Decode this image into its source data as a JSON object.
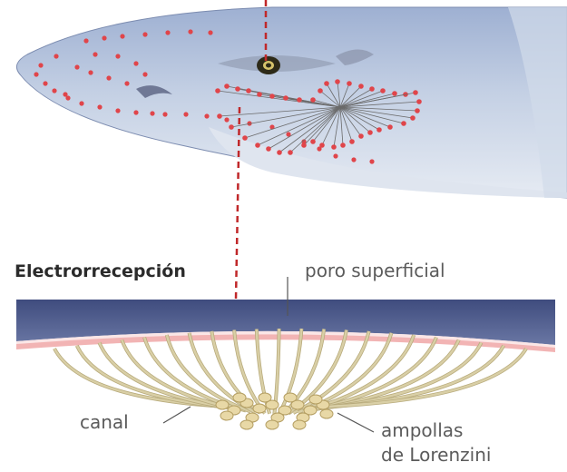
{
  "diagram": {
    "title": "Electrorrecepción",
    "labels": {
      "pore": "poro superficial",
      "canal": "canal",
      "ampullae_line1": "ampollas",
      "ampullae_line2": "de Lorenzini"
    },
    "colors": {
      "shark_body": "#b9c6dc",
      "shark_shadow": "#8f9fc0",
      "pore_dots": "#e0454a",
      "skin_band": "#4d5b8c",
      "skin_stripe": "#f2b4b4",
      "canal_strands": "#d9cfa6",
      "ampullae": "#e8d8a6",
      "dashed_line": "#c0282a"
    }
  }
}
